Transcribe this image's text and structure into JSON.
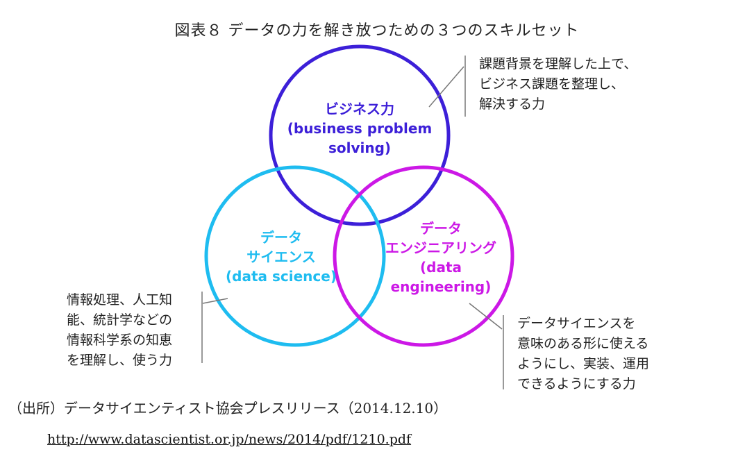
{
  "title": "図表８ データの力を解き放つための３つのスキルセット",
  "colors": {
    "business": "#3c1fd8",
    "science": "#1ebcf0",
    "engineering": "#cc18e6",
    "leader_line": "#777777"
  },
  "circles": {
    "business": {
      "lines": [
        "ビジネス力",
        "(business problem",
        "solving)"
      ]
    },
    "science": {
      "lines": [
        "データ",
        "サイエンス",
        "(data science)"
      ]
    },
    "engineering": {
      "lines": [
        "データ",
        "エンジニアリング",
        "(data",
        "engineering)"
      ]
    }
  },
  "descriptions": {
    "business": [
      "課題背景を理解した上で、",
      "ビジネス課題を整理し、",
      "解決する力"
    ],
    "science": [
      "情報処理、人工知",
      "能、統計学などの",
      "情報科学系の知恵",
      "を理解し、使う力"
    ],
    "engineering": [
      "データサイエンスを",
      "意味のある形に使える",
      "ようにし、実装、運用",
      "できるようにする力"
    ]
  },
  "source": "（出所）データサイエンティスト協会プレスリリース（2014.12.10）",
  "url": "http://www.datascientist.or.jp/news/2014/pdf/1210.pdf"
}
